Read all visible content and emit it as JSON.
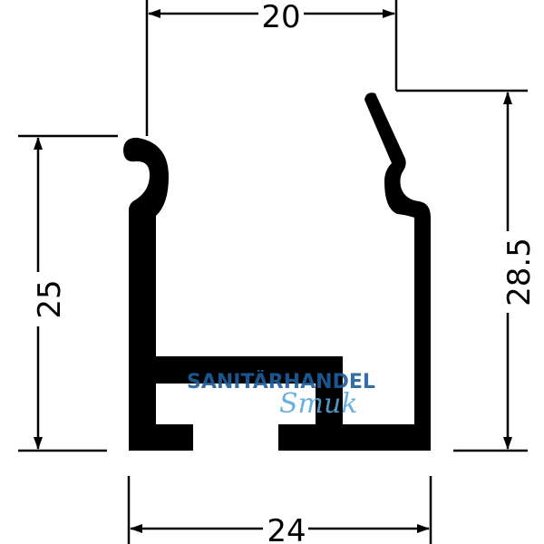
{
  "dimensions": {
    "top_width": "20",
    "bottom_width": "24",
    "left_height": "25",
    "right_height": "28.5"
  },
  "watermark": {
    "line1": "SANITÄRHANDEL",
    "line2": "Smuk"
  },
  "colors": {
    "profile": "#000000",
    "watermark_dark": "#1f5f9e",
    "watermark_light": "#5aa8dc"
  }
}
